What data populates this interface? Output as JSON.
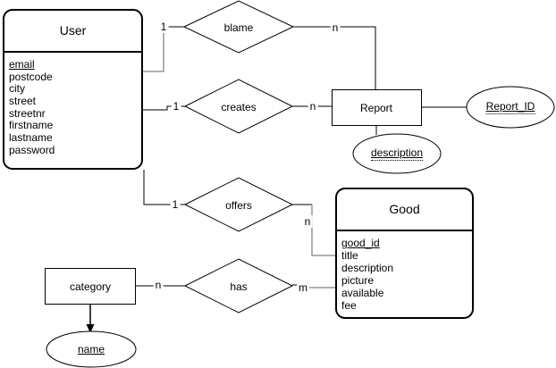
{
  "diagram": {
    "type": "entity-relationship",
    "entities": {
      "user": {
        "title": "User",
        "key_attribute": "email",
        "attributes": [
          "email",
          "postcode",
          "city",
          "street",
          "streetnr",
          "firstname",
          "lastname",
          "password"
        ]
      },
      "good": {
        "title": "Good",
        "key_attribute": "good_id",
        "attributes": [
          "good_id",
          "title",
          "description",
          "picture",
          "available",
          "fee"
        ]
      },
      "report": {
        "title": "Report"
      },
      "category": {
        "title": "category"
      }
    },
    "relationships": {
      "blame": {
        "label": "blame"
      },
      "creates": {
        "label": "creates"
      },
      "offers": {
        "label": "offers"
      },
      "has": {
        "label": "has"
      }
    },
    "attribute_ellipses": {
      "report_id": {
        "label": "Report_ID"
      },
      "description": {
        "label": "description"
      },
      "name": {
        "label": "name"
      }
    },
    "cardinalities": {
      "blame_user": "1",
      "blame_report": "n",
      "creates_user": "1",
      "creates_report": "n",
      "offers_user": "1",
      "offers_good": "n",
      "has_category": "n",
      "has_good": "m"
    },
    "colors": {
      "stroke": "#000000",
      "muted_connector": "#969696",
      "background": "#ffffff",
      "shape_fill": "#ffffff"
    }
  }
}
